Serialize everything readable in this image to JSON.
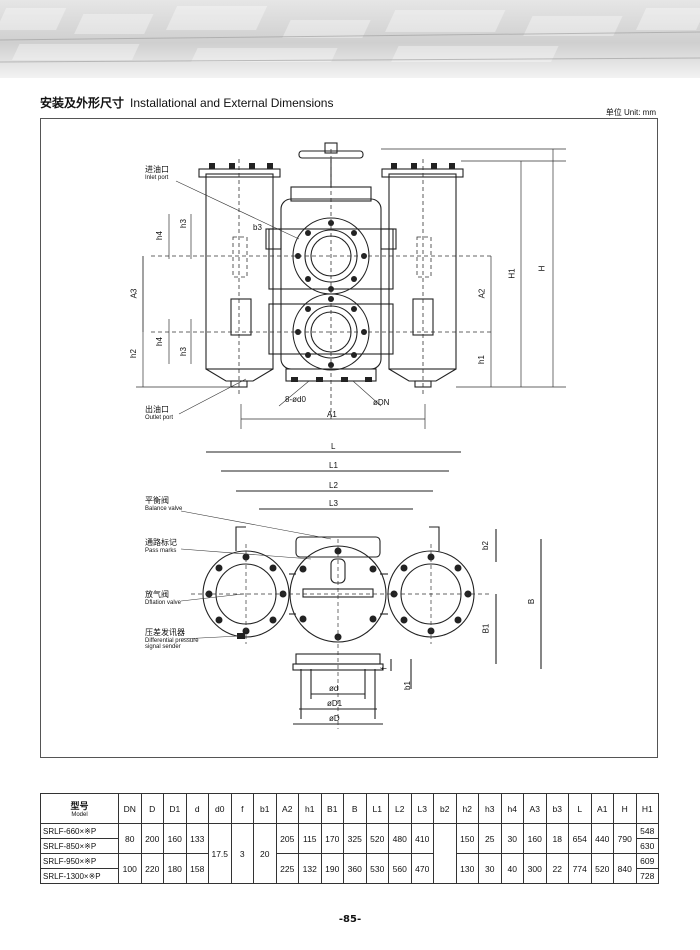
{
  "header": {
    "title_zh": "安装及外形尺寸",
    "title_en": "Installational and External Dimensions",
    "unit": "单位 Unit: mm"
  },
  "drawing": {
    "labels": {
      "inlet_zh": "进油口",
      "inlet_en": "Inlet port",
      "outlet_zh": "出油口",
      "outlet_en": "Outlet port",
      "balance_zh": "平衡阀",
      "balance_en": "Balance valve",
      "pass_zh": "通路标记",
      "pass_en": "Pass marks",
      "deflation_zh": "放气阀",
      "deflation_en": "Dflation valve",
      "sender_zh": "压差发讯器",
      "sender_en1": "Differential pressure",
      "sender_en2": "signal sender"
    },
    "dims": {
      "b3": "b3",
      "h4": "h4",
      "h3": "h3",
      "A3": "A3",
      "h2": "h2",
      "A2": "A2",
      "h1": "h1",
      "H1": "H1",
      "H": "H",
      "holes": "8-ød0",
      "dn": "øDN",
      "A1": "A1",
      "L": "L",
      "L1": "L1",
      "L2": "L2",
      "L3": "L3",
      "b2": "b2",
      "B": "B",
      "B1": "B1",
      "b1": "b1",
      "f": "f",
      "d": "ød",
      "D1": "øD1",
      "D": "øD"
    }
  },
  "table": {
    "model_zh": "型号",
    "model_en": "Model",
    "headers": [
      "DN",
      "D",
      "D1",
      "d",
      "d0",
      "f",
      "b1",
      "A2",
      "h1",
      "B1",
      "B",
      "L1",
      "L2",
      "L3",
      "b2",
      "h2",
      "h3",
      "h4",
      "A3",
      "b3",
      "L",
      "A1",
      "H",
      "H1"
    ],
    "models": [
      "SRLF-660×※P",
      "SRLF-850×※P",
      "SRLF-950×※P",
      "SRLF-1300×※P"
    ],
    "group1": [
      "80",
      "200",
      "160",
      "133",
      "205",
      "115",
      "170",
      "325",
      "520",
      "480",
      "410",
      "150",
      "25",
      "30",
      "160",
      "18",
      "654",
      "440",
      "790"
    ],
    "group2": [
      "100",
      "220",
      "180",
      "158",
      "225",
      "132",
      "190",
      "360",
      "530",
      "560",
      "470",
      "130",
      "30",
      "40",
      "300",
      "22",
      "774",
      "520",
      "840"
    ],
    "shared": {
      "d0": "17.5",
      "f": "3",
      "b1": "20"
    },
    "H1": [
      "548",
      "630",
      "609",
      "728"
    ]
  },
  "page_number": "-85-"
}
